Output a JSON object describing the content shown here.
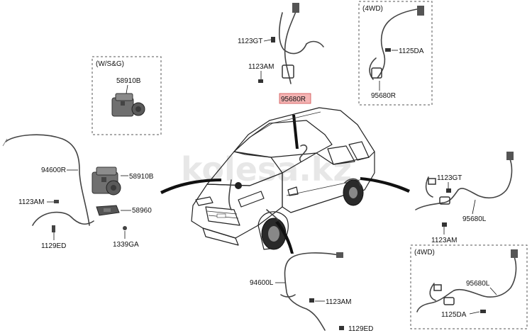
{
  "watermark": "kolesa.kz",
  "boxes": {
    "ws_g": {
      "title": "(W/S&G)"
    },
    "fourwd_top": {
      "title": "(4WD)"
    },
    "fourwd_bottom": {
      "title": "(4WD)"
    }
  },
  "labels": {
    "abs_unit_box": "58910B",
    "abs_unit_main": "58910B",
    "cable_front_left": "94600R",
    "bolt_front_left": "1123AM",
    "bracket": "58960",
    "bolt_bracket": "1339GA",
    "clip_front_left": "1129ED",
    "top_bolt_gt": "1123GT",
    "top_bolt_am": "1123AM",
    "top_sensor_highlight": "95680R",
    "fourwd_top_da": "1125DA",
    "fourwd_top_sensor": "95680R",
    "right_bolt_gt": "1123GT",
    "right_sensor": "95680L",
    "right_bolt_am": "1123AM",
    "bottom_cable": "94600L",
    "bottom_bolt_am": "1123AM",
    "bottom_clip": "1129ED",
    "fourwd_bottom_sensor": "95680L",
    "fourwd_bottom_da": "1125DA"
  },
  "colors": {
    "highlight_fill": "#f4b4b4",
    "highlight_stroke": "#d05050"
  }
}
